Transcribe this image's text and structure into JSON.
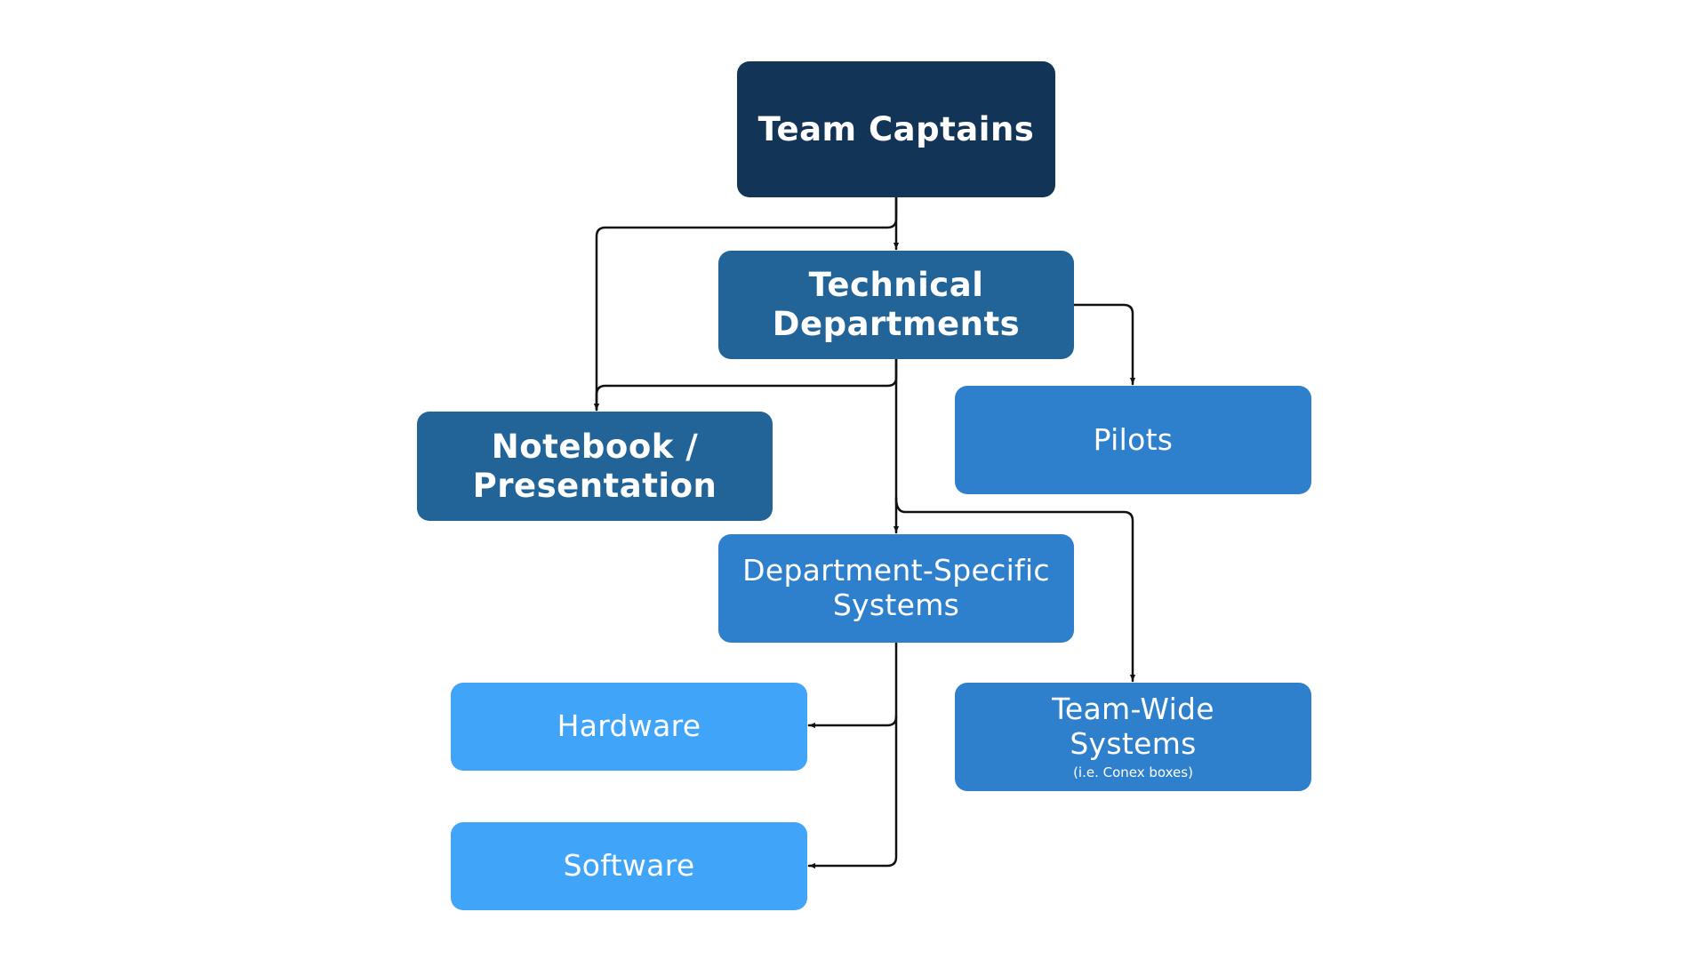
{
  "nodes": {
    "team_captains": {
      "label": "Team Captains",
      "color": "#123456"
    },
    "technical_departments": {
      "label_line1": "Technical",
      "label_line2": "Departments",
      "color": "#226497"
    },
    "notebook_presentation": {
      "label_line1": "Notebook /",
      "label_line2": "Presentation",
      "color": "#226497"
    },
    "pilots": {
      "label": "Pilots",
      "color": "#2f80cc"
    },
    "department_specific_systems": {
      "label_line1": "Department-Specific",
      "label_line2": "Systems",
      "color": "#2f80cc"
    },
    "hardware": {
      "label": "Hardware",
      "color": "#40a4f8"
    },
    "team_wide_systems": {
      "label_line1": "Team-Wide",
      "label_line2": "Systems",
      "note": "(i.e. Conex boxes)",
      "color": "#2f80cc"
    },
    "software": {
      "label": "Software",
      "color": "#40a4f8"
    }
  },
  "edges": [
    {
      "from": "Team Captains",
      "to": "Technical Departments"
    },
    {
      "from": "Team Captains",
      "to": "Notebook / Presentation"
    },
    {
      "from": "Technical Departments",
      "to": "Notebook / Presentation"
    },
    {
      "from": "Technical Departments",
      "to": "Pilots"
    },
    {
      "from": "Technical Departments",
      "to": "Department-Specific Systems"
    },
    {
      "from": "Technical Departments",
      "to": "Team-Wide Systems"
    },
    {
      "from": "Department-Specific Systems",
      "to": "Hardware"
    },
    {
      "from": "Department-Specific Systems",
      "to": "Software"
    }
  ],
  "connector_color": "#111111"
}
